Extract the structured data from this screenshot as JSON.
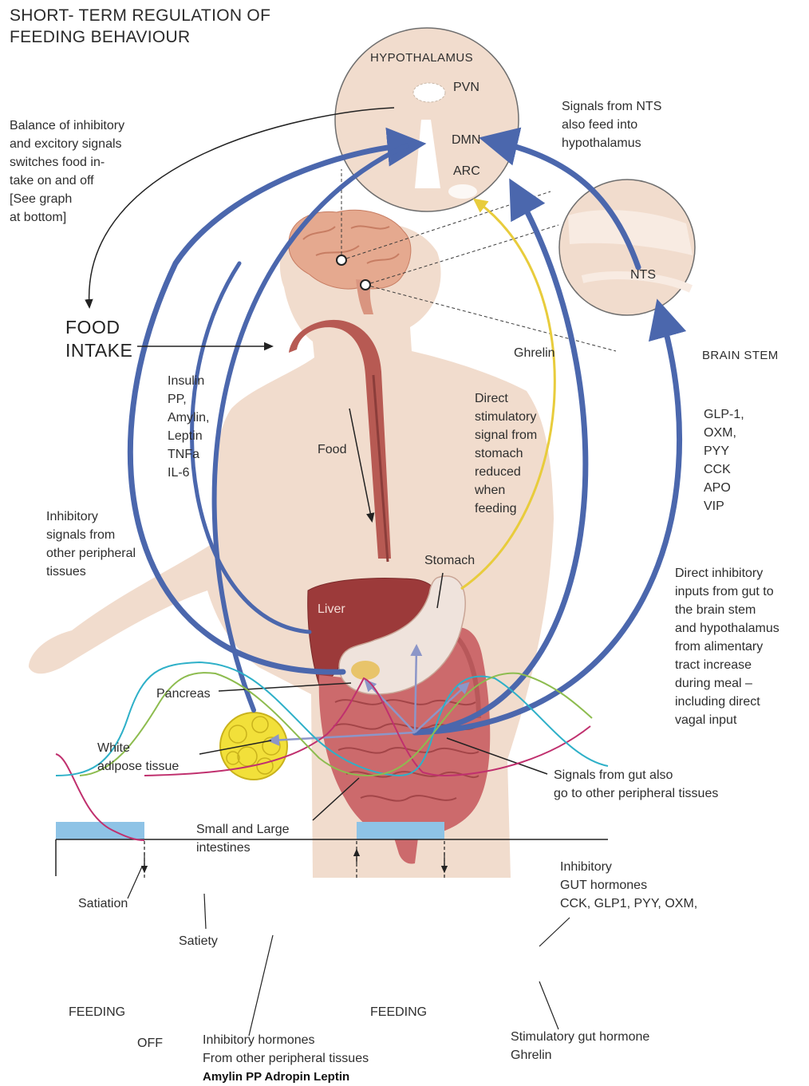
{
  "title_lines": [
    "SHORT- TERM REGULATION OF",
    "FEEDING BEHAVIOUR"
  ],
  "hypothalamus": {
    "label": "HYPOTHALAMUS",
    "nuclei": [
      "PVN",
      "DMN",
      "ARC"
    ]
  },
  "nts_signals_lines": [
    "Signals from NTS",
    "also feed into",
    "hypothalamus"
  ],
  "balance_lines": [
    "Balance of inhibitory",
    "and excitory signals",
    "switches food in-",
    "take on and off",
    "[See graph",
    "at bottom]"
  ],
  "food_intake_lines": [
    "FOOD",
    "INTAKE"
  ],
  "brain_stem": {
    "nts_label": "NTS",
    "label": "BRAIN STEM"
  },
  "ghrelin_label": "Ghrelin",
  "adipose_signals_lines": [
    "Insulin",
    "PP,",
    "Amylin,",
    "Leptin",
    "TNFa",
    "IL-6"
  ],
  "food_label": "Food",
  "direct_stimulatory_lines": [
    "Direct",
    "stimulatory",
    "signal from",
    "stomach",
    "reduced",
    "when",
    "feeding"
  ],
  "gut_hormones_lines": [
    "GLP-1,",
    "OXM,",
    "PYY",
    "CCK",
    "APO",
    "VIP"
  ],
  "inhibitory_peripheral_lines": [
    "Inhibitory",
    "signals from",
    "other peripheral",
    "tissues"
  ],
  "stomach_label": "Stomach",
  "liver_label": "Liver",
  "direct_inhibitory_lines": [
    "Direct inhibitory",
    "inputs from gut to",
    "the brain stem",
    "and hypothalamus",
    "from alimentary",
    "tract increase",
    "during meal –",
    "including direct",
    "vagal input"
  ],
  "pancreas_label": "Pancreas",
  "white_adipose_lines": [
    "White",
    "adipose tissue"
  ],
  "gut_signals_lines": [
    "Signals from gut also",
    "go to other peripheral tissues"
  ],
  "intestines_lines": [
    "Small and Large",
    "intestines"
  ],
  "graph": {
    "satiation_label": "Satiation",
    "satiety_label": "Satiety",
    "feeding_label_1": "FEEDING",
    "feeding_label_2": "FEEDING",
    "off_label": "OFF",
    "inhibitory_gut_lines": [
      "Inhibitory",
      "GUT hormones",
      "CCK, GLP1, PYY, OXM,"
    ],
    "inhibitory_hormones_lines": [
      "Inhibitory hormones",
      "From other peripheral tissues"
    ],
    "hormone_list": "Amylin PP Adropin Leptin",
    "stimulatory_lines": [
      "Stimulatory gut hormone",
      "Ghrelin"
    ]
  },
  "colors": {
    "signal_arrow_blue": "#4b67ad",
    "ghrelin_yellow": "#e8cc3c",
    "body_skin": "#f1dccd",
    "ghrelin_curve": "#c0306e",
    "satiation_curve": "#2eb0c8",
    "satiety_curve": "#8dbc4f",
    "feeding_fill": "#8ec3e6"
  }
}
